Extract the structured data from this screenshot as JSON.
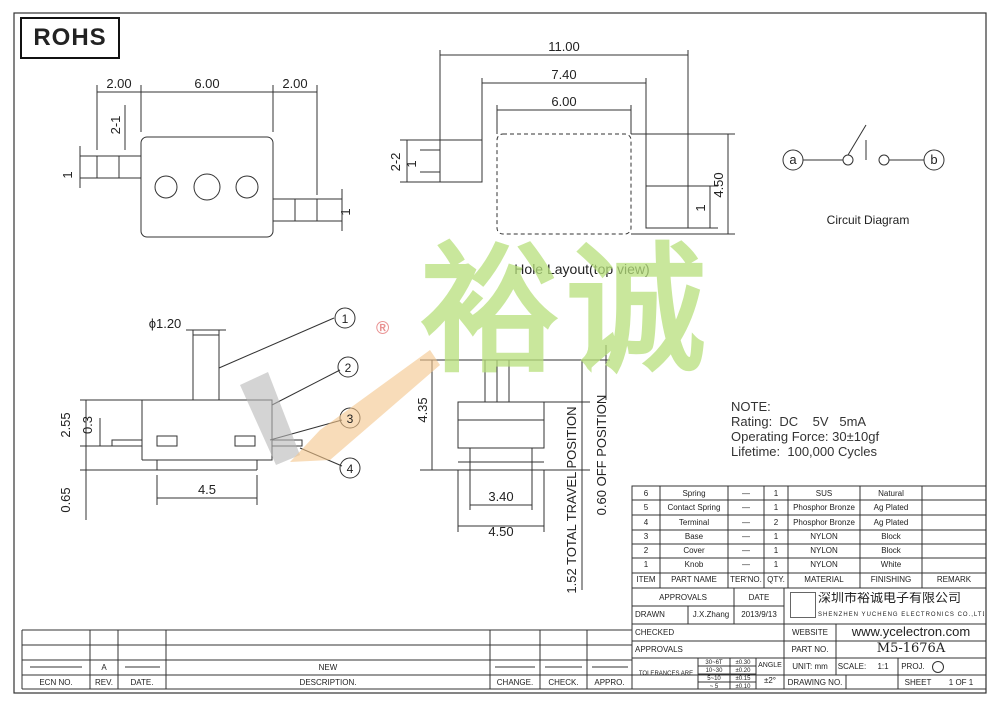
{
  "badge": "ROHS",
  "top_view": {
    "dim_left": "2.00",
    "dim_mid": "6.00",
    "dim_right": "2.00",
    "dim_small_vertical": "2-1",
    "dim_one_left": "1",
    "dim_one_right": "1"
  },
  "hole_layout": {
    "dim_total": "11.00",
    "dim_mid": "7.40",
    "dim_inner": "6.00",
    "dim_left_vertical": "2-2",
    "dim_one_left": "1",
    "dim_one_right": "1",
    "dim_height": "4.50",
    "caption": "Hole Layout(top view)"
  },
  "circuit": {
    "terminal_a": "a",
    "terminal_b": "b",
    "caption": "Circuit Diagram"
  },
  "side_view": {
    "dim_diameter": "ϕ1.20",
    "dim_height": "2.55",
    "dim_step": "0.3",
    "dim_bottom": "0.65",
    "dim_width": "4.5",
    "callouts": [
      "1",
      "2",
      "3",
      "4"
    ]
  },
  "front_view": {
    "dim_height": "4.35",
    "dim_inner_width": "3.40",
    "dim_outer_width": "4.50",
    "dim_total_travel": "1.52 TOTAL TRAVEL POSITION",
    "dim_off_position": "0.60 OFF POSITION"
  },
  "notes": {
    "title": "NOTE:",
    "rating": "Rating:  DC    5V   5mA",
    "force": "Operating Force: 30±10gf",
    "lifetime": "Lifetime:  100,000 Cycles"
  },
  "watermark": {
    "registered": "®",
    "chars": "裕诚"
  },
  "bom": {
    "headers": [
      "ITEM",
      "PART NAME",
      "TER'NO.",
      "QTY.",
      "MATERIAL",
      "FINISHING",
      "REMARK"
    ],
    "rows": [
      {
        "item": "6",
        "name": "Spring",
        "ter": "—",
        "qty": "1",
        "material": "SUS",
        "finishing": "Natural",
        "remark": ""
      },
      {
        "item": "5",
        "name": "Contact Spring",
        "ter": "—",
        "qty": "1",
        "material": "Phosphor Bronze",
        "finishing": "Ag Plated",
        "remark": ""
      },
      {
        "item": "4",
        "name": "Terminal",
        "ter": "—",
        "qty": "2",
        "material": "Phosphor Bronze",
        "finishing": "Ag Plated",
        "remark": ""
      },
      {
        "item": "3",
        "name": "Base",
        "ter": "—",
        "qty": "1",
        "material": "NYLON",
        "finishing": "Block",
        "remark": ""
      },
      {
        "item": "2",
        "name": "Cover",
        "ter": "—",
        "qty": "1",
        "material": "NYLON",
        "finishing": "Block",
        "remark": ""
      },
      {
        "item": "1",
        "name": "Knob",
        "ter": "—",
        "qty": "1",
        "material": "NYLON",
        "finishing": "White",
        "remark": ""
      }
    ]
  },
  "title_block": {
    "approvals_header": "APPROVALS",
    "date_header": "DATE",
    "drawn_label": "DRAWN",
    "drawn_by": "J.X.Zhang",
    "drawn_date": "2013/9/13",
    "checked_label": "CHECKED",
    "approvals_label": "APPROVALS",
    "company_cn": "深圳市裕诚电子有限公司",
    "company_en": "SHENZHEN YUCHENG ELECTRONICS CO.,LTD",
    "website_label": "WEBSITE",
    "website": "www.ycelectron.com",
    "part_no_label": "PART NO.",
    "part_no": "M5-1676A",
    "tolerances_label": "TOLERANCES ARE",
    "tolerances": [
      {
        "range": "30~6T",
        "value": "±0.30"
      },
      {
        "range": "10~30",
        "value": "±0.20"
      },
      {
        "range": "5~10",
        "value": "±0.15"
      },
      {
        "range": "~ 5",
        "value": "±0.10"
      }
    ],
    "angle_label": "ANGLE",
    "angle_value": "±2°",
    "unit_label": "UNIT: mm",
    "scale_label": "SCALE:",
    "scale_value": "1:1",
    "proj_label": "PROJ.",
    "drawing_no_label": "DRAWING NO.",
    "sheet_label": "SHEET",
    "sheet_value": "1 OF 1"
  },
  "revision_block": {
    "rev_value": "A",
    "desc_value": "NEW",
    "headers": [
      "ECN NO.",
      "REV.",
      "DATE.",
      "DESCRIPTION.",
      "CHANGE.",
      "CHECK.",
      "APPRO."
    ]
  }
}
